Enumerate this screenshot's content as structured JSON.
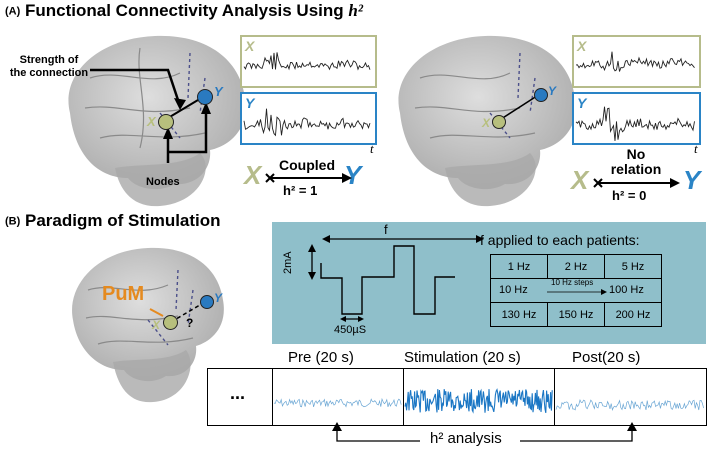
{
  "panel_a": {
    "tag": "(A)",
    "title": "Functional Connectivity Analysis Using ",
    "title_var": "h²",
    "strength_label": "Strength of\nthe connection",
    "nodes_label": "Nodes",
    "node_x": "X",
    "node_y": "Y",
    "time_label": "t",
    "coupled": {
      "word": "Coupled",
      "h2": "h² = 1",
      "x": "X",
      "y": "Y"
    },
    "unrelated": {
      "word": "No\nrelation",
      "h2": "h² = 0",
      "x": "X",
      "y": "Y"
    }
  },
  "panel_b": {
    "tag": "(B)",
    "title": "Paradigm of Stimulation",
    "pum_label": "PuM",
    "question_mark": "?",
    "node_x": "X",
    "node_y": "Y",
    "amp_label": "2mA",
    "freq_symbol": "f",
    "pulse_width": "450µS",
    "table_title": "f applied to each patients:",
    "table": {
      "row1": [
        "1 Hz",
        "2 Hz",
        "5 Hz"
      ],
      "row2": {
        "start": "10 Hz",
        "step": "10 Hz steps",
        "end": "100 Hz"
      },
      "row3": [
        "130 Hz",
        "150 Hz",
        "200 Hz"
      ]
    },
    "segments": {
      "ellipsis": "...",
      "pre": "Pre (20 s)",
      "stim": "Stimulation (20 s)",
      "post": "Post(20 s)"
    },
    "analysis_label": "h² analysis"
  },
  "colors": {
    "x_node": "#b7bf7d",
    "y_node": "#2a7ac0",
    "x_box": "#b6bc8b",
    "y_box": "#2a84c6",
    "pum": "#e58a1f",
    "stim_panel": "#8fbfca",
    "trace": "#1a76c4",
    "brain": "#b8b8b8"
  }
}
